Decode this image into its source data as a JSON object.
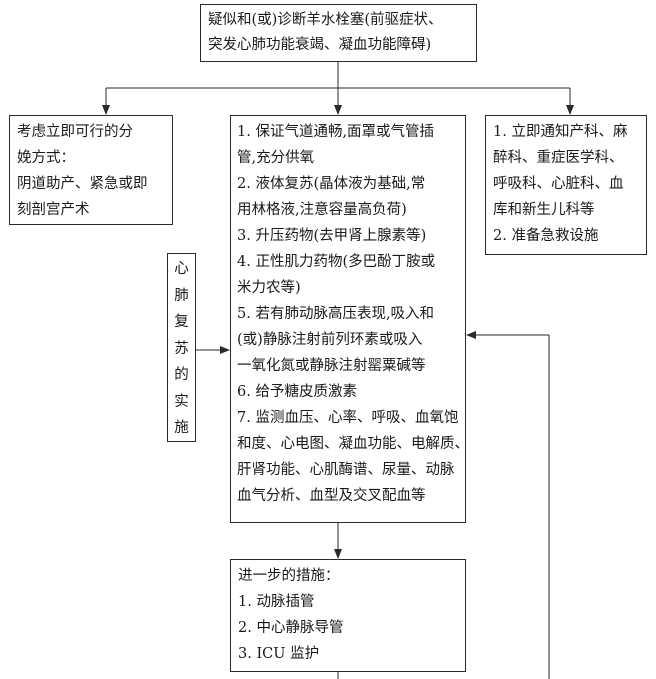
{
  "top": {
    "lines": [
      "疑似和(或)诊断羊水栓塞(前驱症状、",
      "突发心肺功能衰竭、凝血功能障碍)"
    ]
  },
  "left": {
    "lines": [
      "考虑立即可行的分",
      "娩方式：",
      "阴道助产、紧急或即",
      "刻剖宫产术"
    ]
  },
  "center": {
    "lines": [
      "1. 保证气道通畅,面罩或气管插",
      "管,充分供氧",
      "2. 液体复苏(晶体液为基础,常",
      "用林格液,注意容量高负荷)",
      "3. 升压药物(去甲肾上腺素等)",
      "4. 正性肌力药物(多巴酚丁胺或",
      "米力农等)",
      "5. 若有肺动脉高压表现,吸入和",
      "(或)静脉注射前列环素或吸入",
      "一氧化氮或静脉注射罂粟碱等",
      "6. 给予糖皮质激素",
      "7. 监测血压、心率、呼吸、血氧饱",
      "和度、心电图、凝血功能、电解质、",
      "肝肾功能、心肌酶谱、尿量、动脉",
      "血气分析、血型及交叉配血等"
    ]
  },
  "right": {
    "lines": [
      "1. 立即通知产科、麻",
      "醉科、重症医学科、",
      "呼吸科、心脏科、血",
      "库和新生儿科等",
      "2. 准备急救设施"
    ]
  },
  "cpr": {
    "chars": [
      "心",
      "肺",
      "复",
      "苏",
      "的",
      "实",
      "施"
    ]
  },
  "bottom": {
    "lines": [
      "进一步的措施：",
      "1. 动脉插管",
      "2. 中心静脉导管",
      "3. ICU 监护"
    ]
  }
}
